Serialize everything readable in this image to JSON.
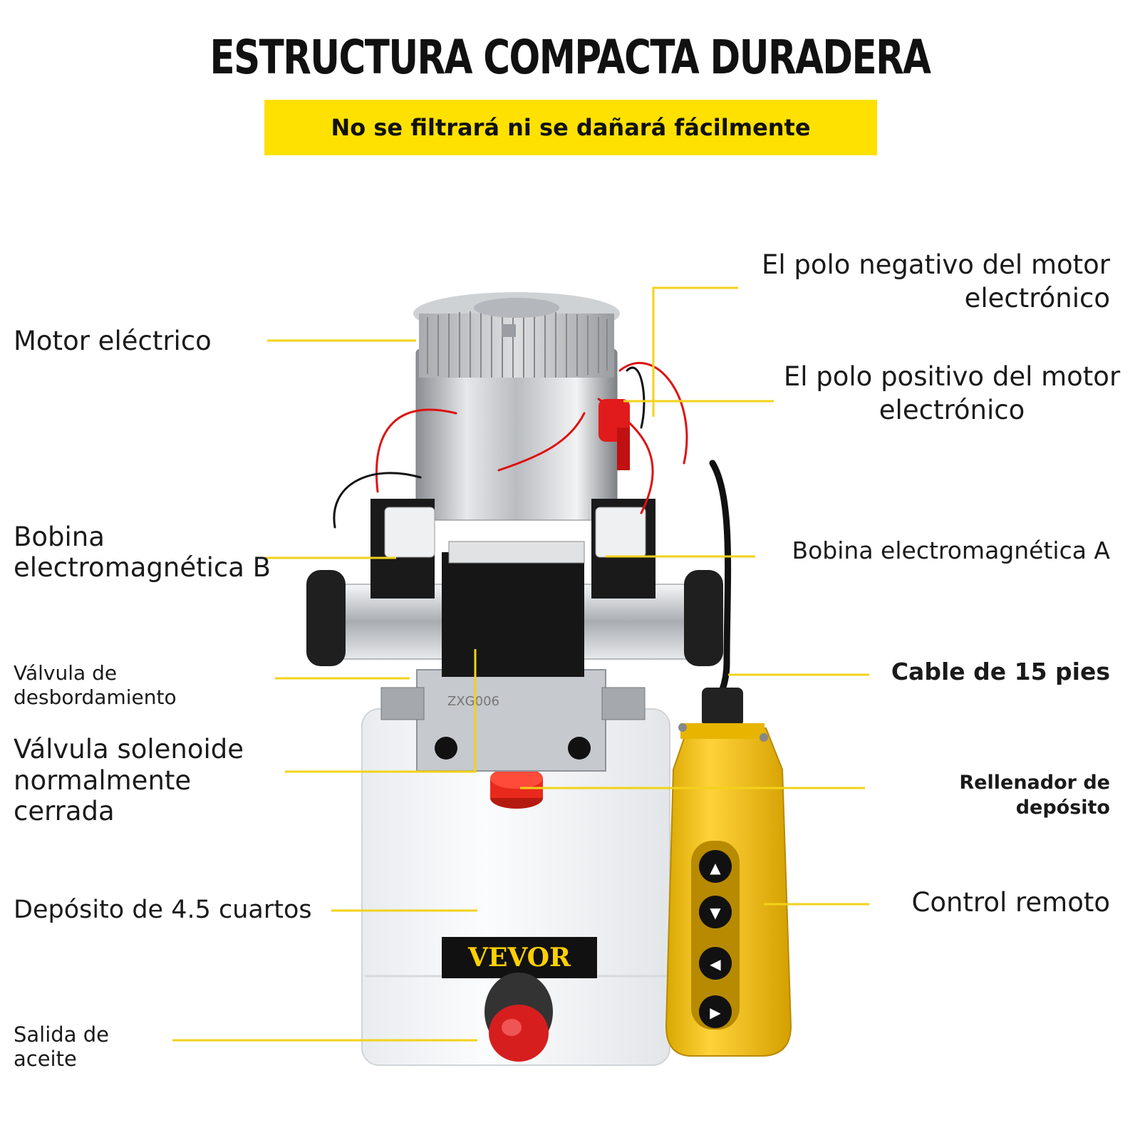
{
  "header": {
    "title": "ESTRUCTURA COMPACTA DURADERA",
    "subtitle": "No se filtrará ni se dañará fácilmente"
  },
  "labels": {
    "motor": "Motor eléctrico",
    "negative_pole": "El polo negativo del motor electrónico",
    "positive_pole": "El polo positivo del motor electrónico",
    "coil_b": "Bobina electromagnética B",
    "coil_a": "Bobina electromagnética A",
    "overflow_valve": "Válvula de desbordamiento",
    "cable": "Cable de 15 pies",
    "solenoid_valve": "Válvula solenoide normalmente cerrada",
    "filler": "Rellenador de depósito",
    "reservoir": "Depósito de 4.5 cuartos",
    "remote": "Control remoto",
    "oil_outlet": "Salida de aceite"
  },
  "product": {
    "brand": "VEVOR",
    "block_marking": "ZXG006"
  },
  "colors": {
    "accent": "#FFE100",
    "leader": "#F2D21A",
    "cap_red": "#E8291C",
    "remote_yellow": "#F5C518"
  }
}
